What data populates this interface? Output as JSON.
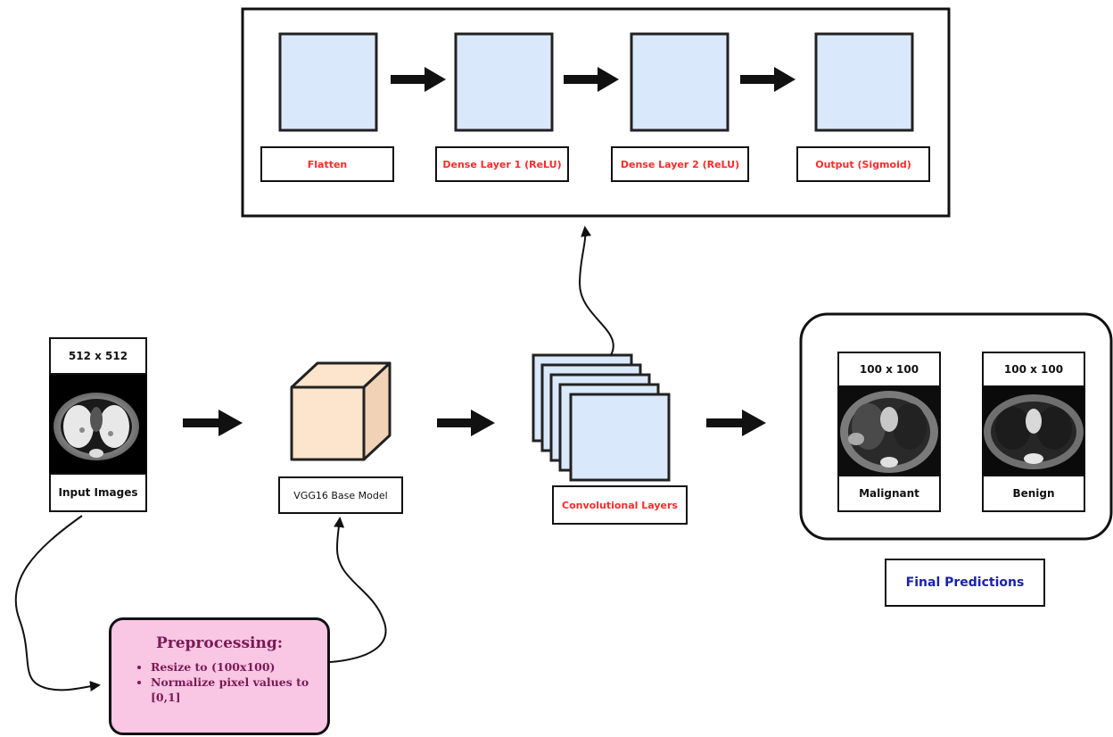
{
  "dense_head": {
    "steps": [
      {
        "label": "Flatten"
      },
      {
        "label": "Dense Layer 1 (ReLU)"
      },
      {
        "label": "Dense Layer 2 (ReLU)"
      },
      {
        "label": "Output (Sigmoid)"
      }
    ]
  },
  "input": {
    "size_label": "512 x 512",
    "caption": "Input Images"
  },
  "base_model": {
    "label": "VGG16 Base Model"
  },
  "conv": {
    "label": "Convolutional Layers"
  },
  "results": {
    "items": [
      {
        "size_label": "100 x 100",
        "caption": "Malignant"
      },
      {
        "size_label": "100 x 100",
        "caption": "Benign"
      }
    ],
    "title": "Final Predictions"
  },
  "preprocessing": {
    "title": "Preprocessing:",
    "steps": [
      "Resize to (100x100)",
      "Normalize pixel values to [0,1]"
    ]
  },
  "colors": {
    "layer_fill": "#dae8fc",
    "cube_fill": "#fde4cc",
    "preprocessing_fill": "#f9c6e4",
    "red_text": "#ff2a2a",
    "navy_text": "#1a22a8"
  }
}
